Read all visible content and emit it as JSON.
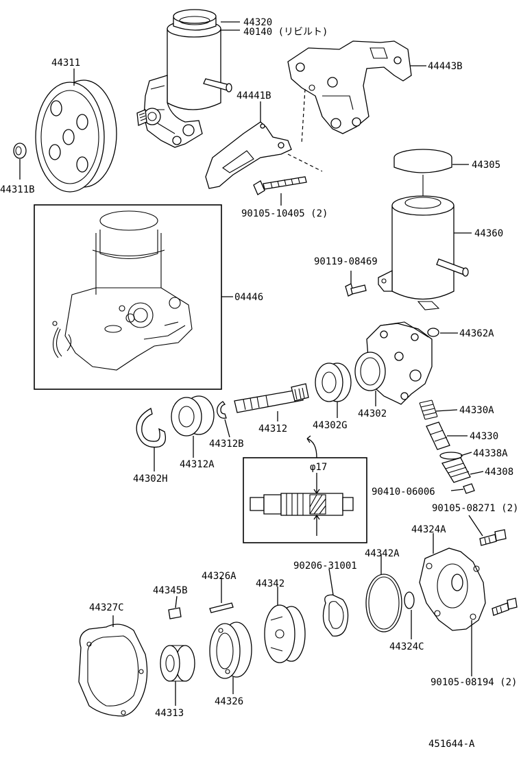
{
  "diagram": {
    "catalog_id": "451644-A",
    "parts": {
      "p44320": "44320",
      "p40140": "40140 (リビルト)",
      "p44443B": "44443B",
      "p44311": "44311",
      "p44441B": "44441B",
      "p44311B": "44311B",
      "p44305": "44305",
      "p90105_10405": "90105-10405 (2)",
      "p44360": "44360",
      "p90119_08469": "90119-08469",
      "p04446": "04446",
      "p44362A": "44362A",
      "p44302": "44302",
      "p44330A": "44330A",
      "p44312": "44312",
      "p44302G": "44302G",
      "p44312B": "44312B",
      "p44330": "44330",
      "p44338A": "44338A",
      "p44302H": "44302H",
      "p44312A": "44312A",
      "p44308": "44308",
      "p90410_06006": "90410-06006",
      "p90105_08271": "90105-08271 (2)",
      "p44324A": "44324A",
      "p44342A": "44342A",
      "p90206_31001": "90206-31001",
      "p44326A": "44326A",
      "p44345B": "44345B",
      "p44342": "44342",
      "p44327C": "44327C",
      "p44324C": "44324C",
      "p90105_08194": "90105-08194 (2)",
      "p44313": "44313",
      "p44326": "44326"
    },
    "detail": {
      "diameter_label": "φ17"
    }
  }
}
